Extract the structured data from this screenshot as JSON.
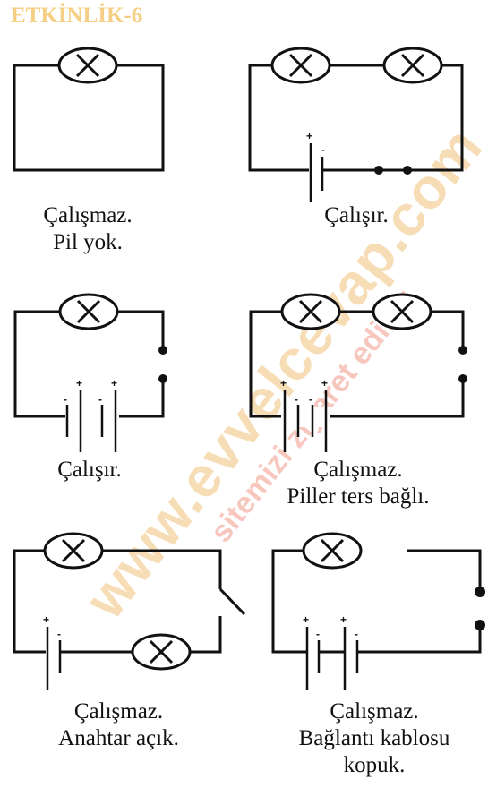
{
  "title": "ETKİNLİK-6",
  "watermark": {
    "main": "www.evvelcevap.com",
    "secondary": "sitemizi ziyaret ediniz"
  },
  "battery_signs": {
    "plus": "+",
    "minus": "-"
  },
  "circuits": [
    {
      "caption": [
        "Çalışmaz.",
        "Pil yok."
      ]
    },
    {
      "caption": [
        "Çalışır."
      ]
    },
    {
      "caption": [
        "Çalışır."
      ]
    },
    {
      "caption": [
        "Çalışmaz.",
        "Piller ters bağlı."
      ]
    },
    {
      "caption": [
        "Çalışmaz.",
        "Anahtar açık."
      ]
    },
    {
      "caption": [
        "Çalışmaz.",
        "Bağlantı kablosu",
        "kopuk."
      ]
    }
  ]
}
